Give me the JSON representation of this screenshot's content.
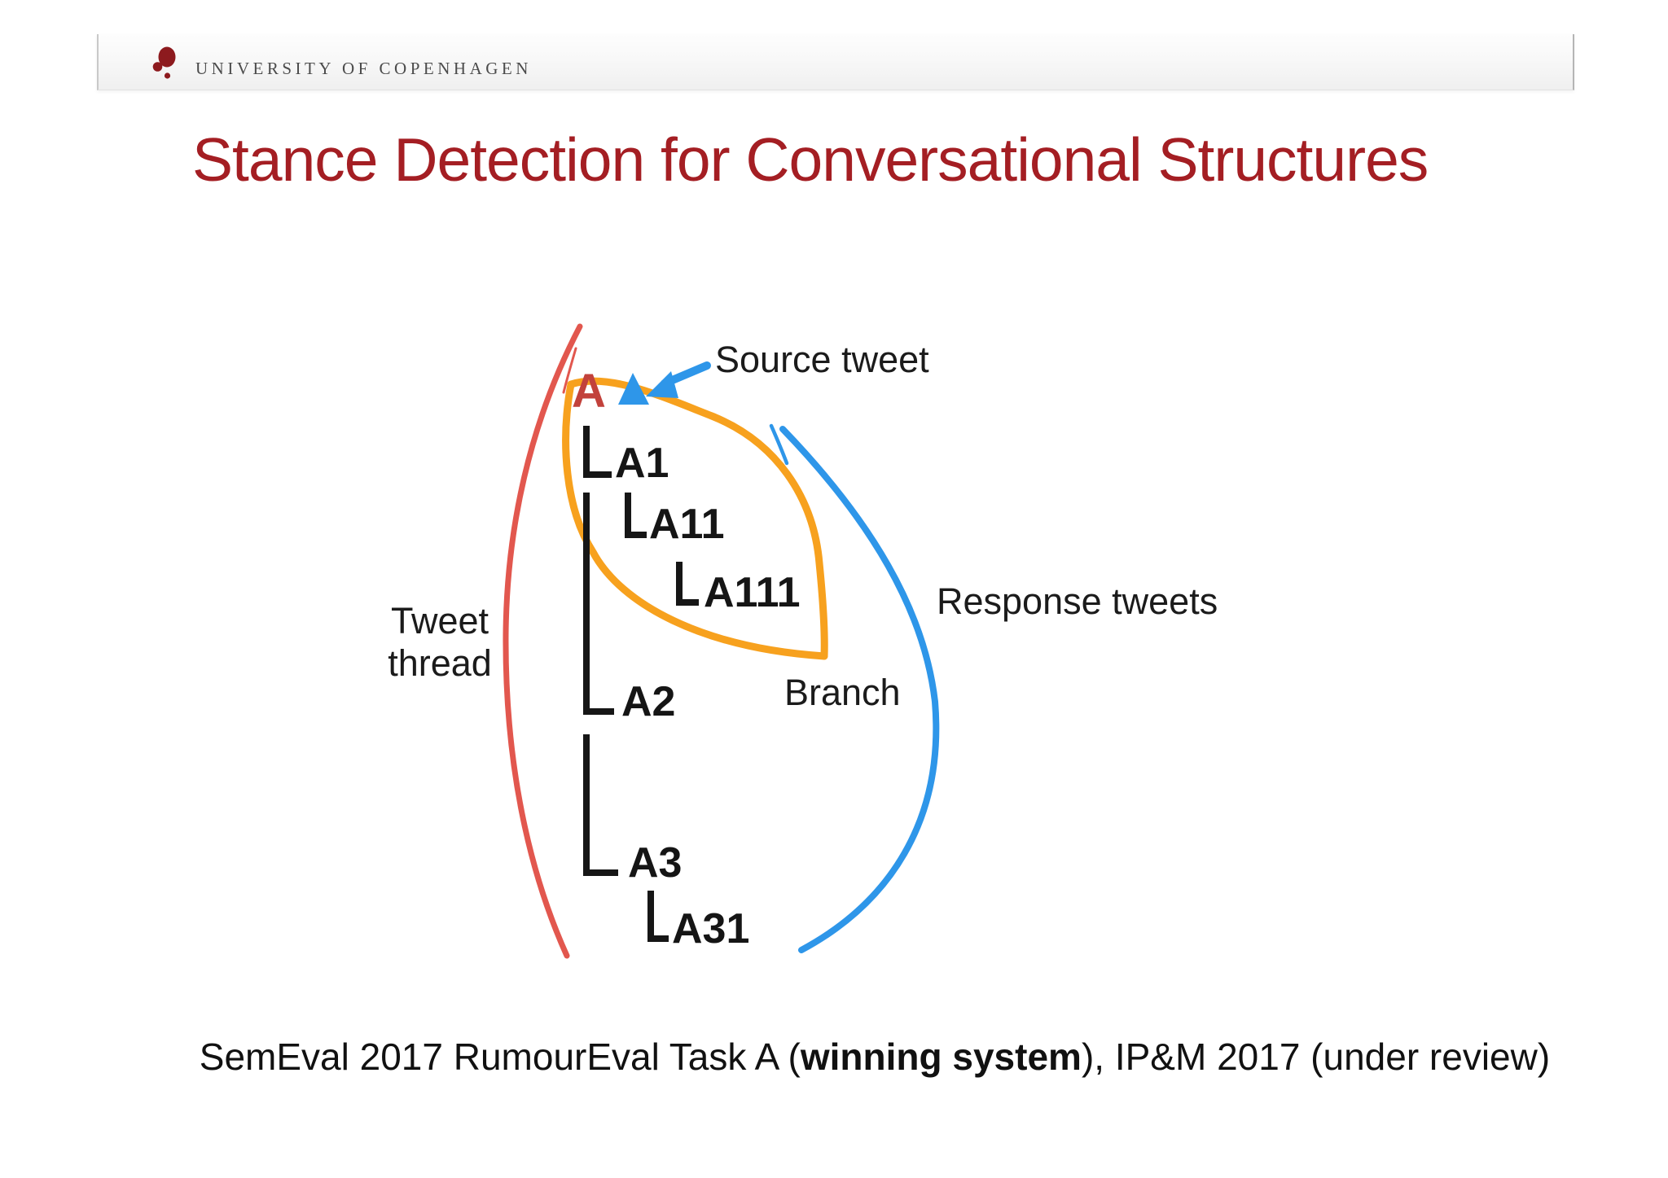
{
  "header": {
    "university_name": "UNIVERSITY OF COPENHAGEN"
  },
  "slide": {
    "title": "Stance Detection for Conversational Structures"
  },
  "diagram": {
    "root_label": "A",
    "nodes": {
      "a1": "A1",
      "a11": "A11",
      "a111": "A111",
      "a2": "A2",
      "a3": "A3",
      "a31": "A31"
    },
    "annotations": {
      "source_tweet": "Source tweet",
      "tweet_thread_line1": "Tweet",
      "tweet_thread_line2": "thread",
      "response_tweets": "Response tweets",
      "branch": "Branch"
    },
    "colors": {
      "thread_arc_red": "#e2574e",
      "branch_outline_orange": "#f7a11e",
      "response_arc_blue": "#2e96e9",
      "root_node_red": "#c2413b",
      "tree_black": "#161616"
    }
  },
  "caption": {
    "prefix": "SemEval 2017 RumourEval Task A (",
    "bold": "winning system",
    "suffix": "), IP&M 2017 (under review)"
  },
  "colors": {
    "title_red": "#a41e23",
    "logo_red": "#8d1a1e"
  }
}
